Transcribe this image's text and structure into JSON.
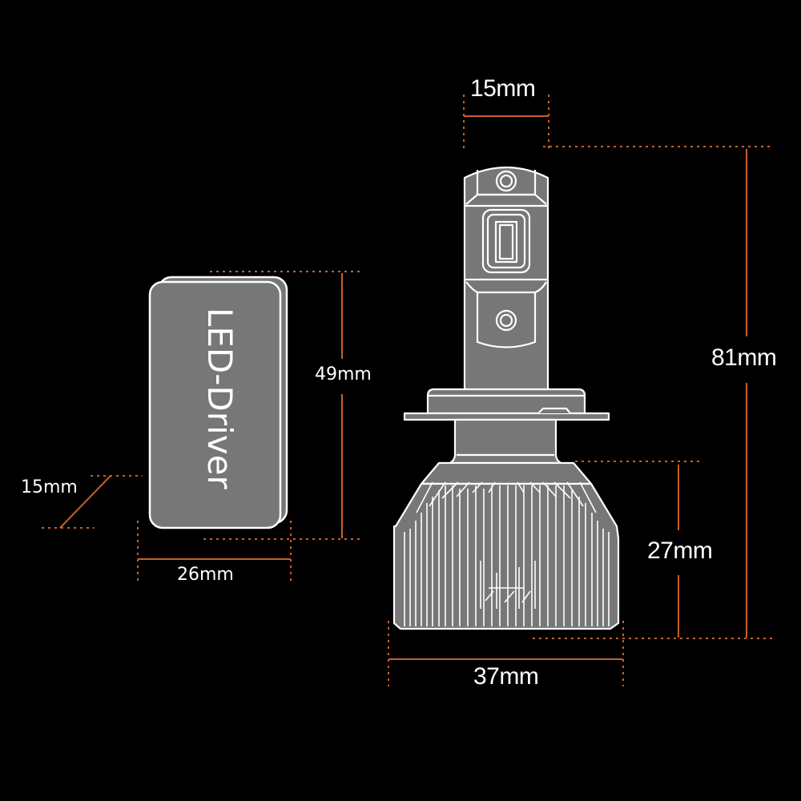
{
  "colors": {
    "background": "#000000",
    "dimension_line": "#c8602a",
    "part_fill": "#7a7a7a",
    "outline": "#ffffff",
    "label": "#ffffff"
  },
  "driver": {
    "label": "LED-Driver",
    "dimensions": {
      "height": "49mm",
      "width": "26mm",
      "depth": "15mm"
    }
  },
  "bulb": {
    "dimensions": {
      "chip_width": "15mm",
      "total_height": "81mm",
      "heatsink_height": "27mm",
      "heatsink_width": "37mm"
    }
  }
}
